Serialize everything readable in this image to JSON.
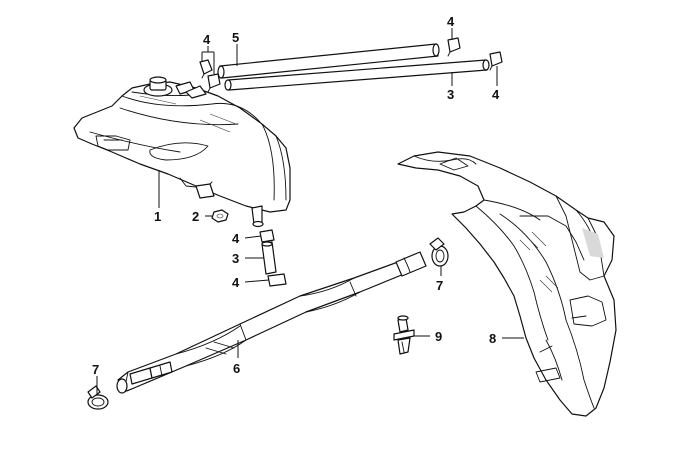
{
  "diagram": {
    "callouts": [
      {
        "id": "c-5",
        "label": "5"
      },
      {
        "id": "c-4a",
        "label": "4"
      },
      {
        "id": "c-4b",
        "label": "4"
      },
      {
        "id": "c-3a",
        "label": "3"
      },
      {
        "id": "c-4c",
        "label": "4"
      },
      {
        "id": "c-1",
        "label": "1"
      },
      {
        "id": "c-2",
        "label": "2"
      },
      {
        "id": "c-4d",
        "label": "4"
      },
      {
        "id": "c-3b",
        "label": "3"
      },
      {
        "id": "c-4e",
        "label": "4"
      },
      {
        "id": "c-7a",
        "label": "7"
      },
      {
        "id": "c-6",
        "label": "6"
      },
      {
        "id": "c-7b",
        "label": "7"
      },
      {
        "id": "c-9",
        "label": "9"
      },
      {
        "id": "c-8",
        "label": "8"
      }
    ]
  }
}
